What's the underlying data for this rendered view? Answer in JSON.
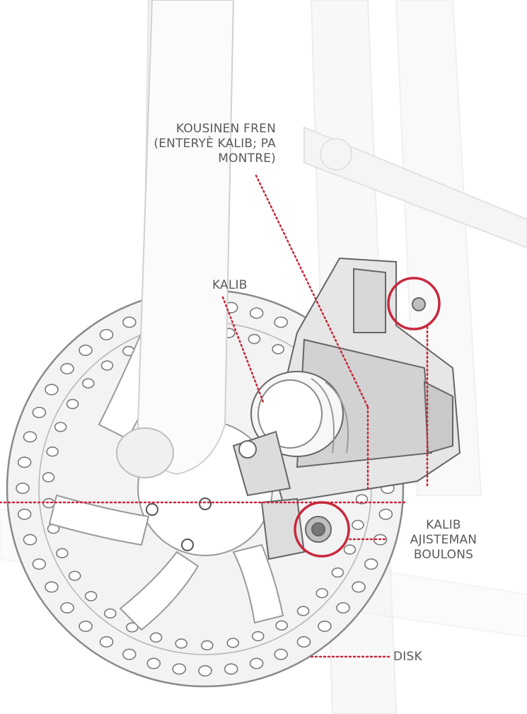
{
  "labels": {
    "brake_pads": [
      "KOUSINEN FREN",
      "(ENTERYÈ KALIB; PA",
      "MONTRE)"
    ],
    "caliper": "KALIB",
    "adjustment_bolts": [
      "KALIB",
      "AJISTEMAN",
      "BOULONS"
    ],
    "disk": "DISK"
  },
  "colors": {
    "label_text": "#5a5a5a",
    "leader_line": "#c8283c",
    "highlight_circle": "#c8283c",
    "line_art": "#8a8a8a",
    "light_fill": "#f4f4f4"
  },
  "icons": [
    "brake-disc-illustration",
    "bolt-highlight-circle"
  ]
}
